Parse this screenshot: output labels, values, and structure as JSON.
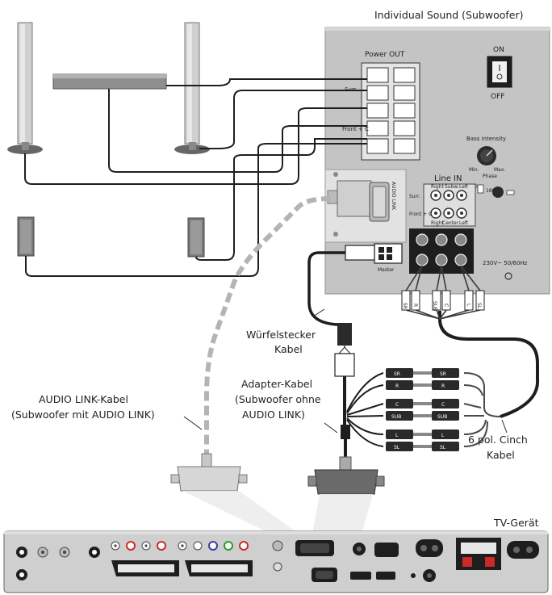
{
  "title": "Individual Sound (Subwoofer)",
  "panel": {
    "power_out": "Power OUT",
    "switch_on": "ON",
    "switch_off": "OFF",
    "surr": "Surr.",
    "front_c": "Front + C",
    "bass_intensity": "Bass intensity",
    "min": "Min.",
    "max": "Max.",
    "phase": "Phase",
    "phase_0": "0",
    "phase_180": "180",
    "line_in": "Line IN",
    "right": "Right",
    "subw": "Subw.",
    "left": "Left",
    "center": "Center",
    "audio_link_port": "AUDIO LINK",
    "master": "Master",
    "mains": "230V~ 50/60Hz",
    "plug_labels": [
      "SR",
      "R",
      "SUB",
      "C",
      "L",
      "SL"
    ]
  },
  "labels": {
    "wuerfel_1": "Würfelstecker",
    "wuerfel_2": "Kabel",
    "adapter_1": "Adapter-Kabel",
    "adapter_2": "(Subwoofer ohne",
    "adapter_3": "AUDIO LINK)",
    "audiolink_1": "AUDIO LINK-Kabel",
    "audiolink_2": "(Subwoofer mit AUDIO LINK)",
    "cinch_1": "6 pol. Cinch",
    "cinch_2": "Kabel",
    "tv": "TV-Gerät"
  },
  "cinch_pairs": [
    "SR",
    "R",
    "C",
    "SUB",
    "L",
    "SL"
  ],
  "colors": {
    "panel": "#c8c8c8",
    "panel_dark": "#5a5a5a",
    "cable": "#1e1e1e",
    "dashed_cable": "#b4b4b4",
    "tv_body": "#cfcfcf",
    "red_jack": "#cc2a2a"
  }
}
